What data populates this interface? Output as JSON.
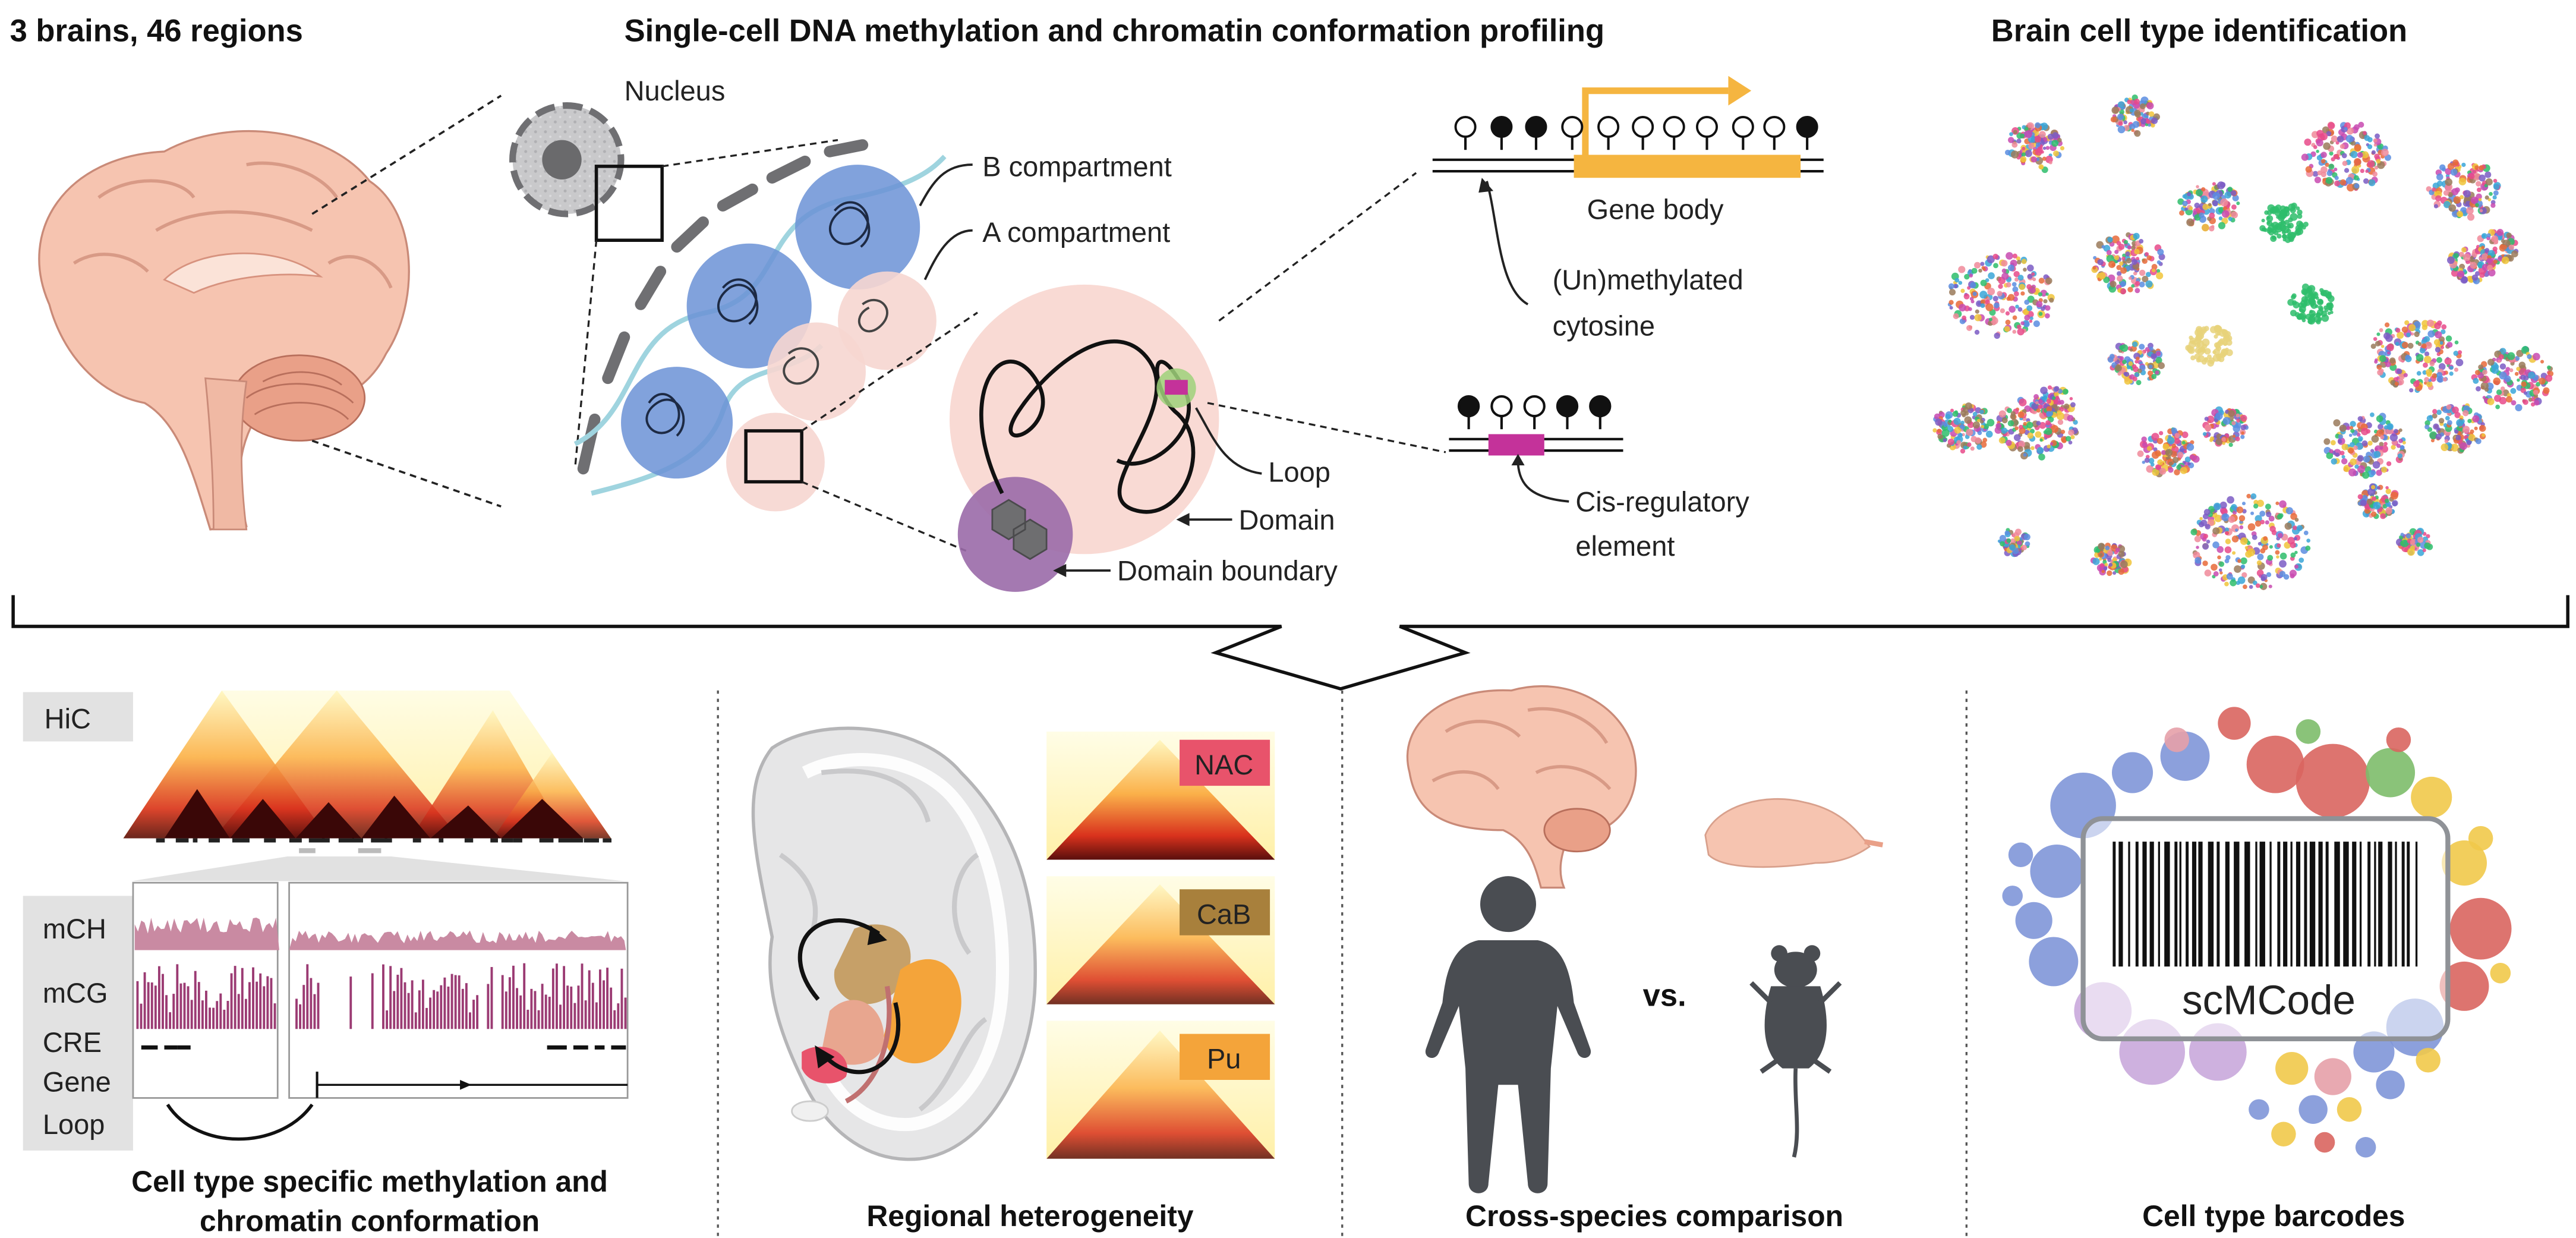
{
  "headings": {
    "top_left": "3 brains, 46 regions",
    "top_center": "Single-cell DNA methylation and chromatin conformation profiling",
    "top_right": "Brain cell type  identification"
  },
  "nucleus_panel": {
    "nucleus": "Nucleus",
    "b_compartment": "B compartment",
    "a_compartment": "A compartment",
    "loop": "Loop",
    "domain": "Domain",
    "domain_boundary": "Domain boundary"
  },
  "methylation_panel": {
    "gene_body": "Gene body",
    "cytosine_line1": "(Un)methylated",
    "cytosine_line2": "cytosine",
    "cre_line1": "Cis-regulatory",
    "cre_line2": "element"
  },
  "tracks_panel": {
    "hic": "HiC",
    "mch": "mCH",
    "mcg": "mCG",
    "cre": "CRE",
    "gene": "Gene",
    "loop": "Loop",
    "caption_line1": "Cell type specific methylation and",
    "caption_line2": "chromatin conformation"
  },
  "regional_panel": {
    "nac": "NAC",
    "cab": "CaB",
    "pu": "Pu",
    "caption": "Regional heterogeneity"
  },
  "species_panel": {
    "vs": "vs.",
    "caption": "Cross-species comparison"
  },
  "barcode_panel": {
    "label": "scMCode",
    "caption": "Cell type barcodes"
  },
  "colors": {
    "nac": "#e8536b",
    "cab": "#a8803c",
    "pu": "#f4a43a",
    "gene_body": "#f5b540",
    "cre": "#c4329a",
    "methylation": "#9b3b73",
    "brain": "#f6c4b0"
  }
}
